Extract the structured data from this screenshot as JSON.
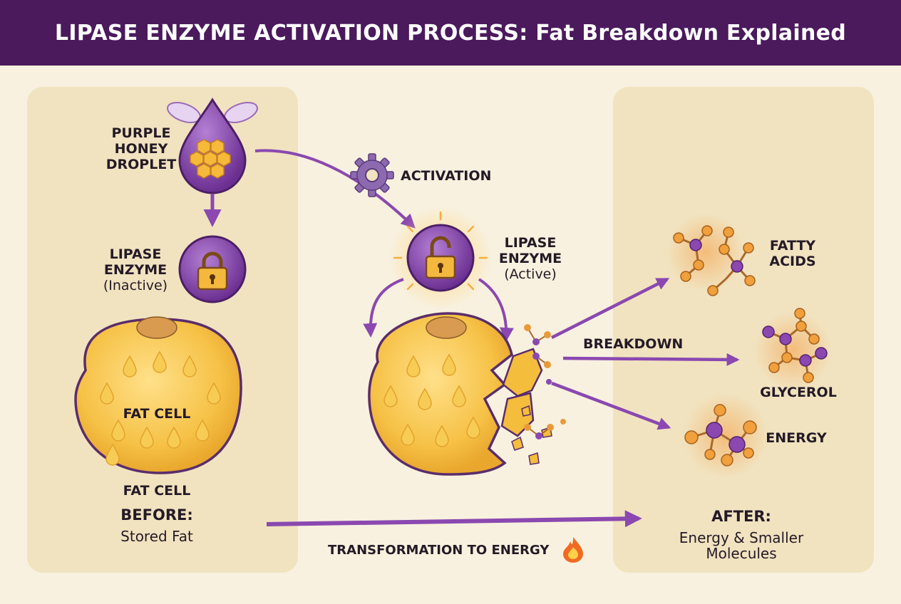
{
  "title": "LIPASE ENZYME ACTIVATION PROCESS: Fat Breakdown Explained",
  "droplet": {
    "lines": [
      "PURPLE",
      "HONEY",
      "DROPLET"
    ]
  },
  "enzyme_inactive": {
    "line1": "LIPASE",
    "line2": "ENZYME",
    "state": "(Inactive)"
  },
  "enzyme_active": {
    "line1": "LIPASE",
    "line2": "ENZYME",
    "state": "(Active)"
  },
  "activation": "ACTIVATION",
  "fat_cell_inner": "FAT CELL",
  "fat_cell_caption": "FAT CELL",
  "breakdown": "BREAKDOWN",
  "products": {
    "fatty_acids": [
      "FATTY",
      "ACIDS"
    ],
    "glycerol": "GLYCEROL",
    "energy": "ENERGY"
  },
  "before": {
    "heading": "BEFORE:",
    "text": "Stored Fat"
  },
  "after": {
    "heading": "AFTER:",
    "line1": "Energy & Smaller",
    "line2": "Molecules"
  },
  "transformation": "TRANSFORMATION TO ENERGY",
  "colors": {
    "header": "#4a1a5c",
    "panel": "#f1e3c0",
    "purple": "#7b3fa0",
    "arrow": "#8a48b0",
    "fat": "#f4bd3c",
    "background": "#f8f1df"
  },
  "icons": [
    "honey-droplet-icon",
    "honeycomb-icon",
    "lock-icon",
    "unlock-icon",
    "gear-icon",
    "fat-cell-icon",
    "molecule-icon",
    "fire-icon"
  ]
}
